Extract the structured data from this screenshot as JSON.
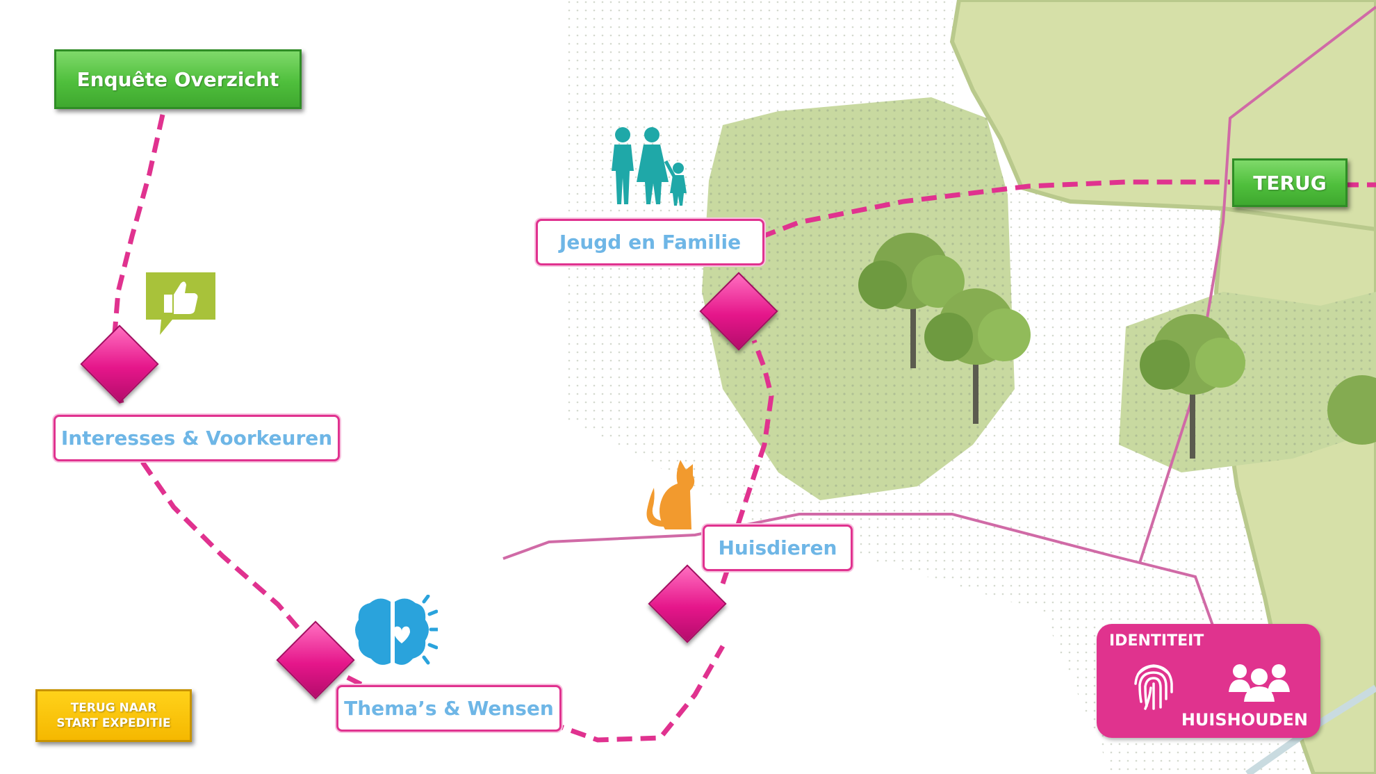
{
  "buttons": {
    "survey_overview": "Enquête Overzicht",
    "back": "TERUG",
    "back_to_start_line1": "TERUG NAAR",
    "back_to_start_line2": "START EXPEDITIE"
  },
  "stops": {
    "interests": "Interesses & Voorkeuren",
    "youth_family": "Jeugd en Familie",
    "pets": "Huisdieren",
    "themes": "Thema’s & Wensen"
  },
  "panel": {
    "title": "IDENTITEIT",
    "household": "HUISHOUDEN"
  },
  "icons": [
    "thumbs-up-speech-icon",
    "family-icon",
    "cat-icon",
    "brain-heart-icon",
    "fingerprint-icon",
    "people-group-icon"
  ],
  "colors": {
    "route": "#e0328f",
    "button_green": "#4fbf3c",
    "button_yellow": "#f5b800",
    "label_text": "#6eb6e6",
    "panel": "#e0338e",
    "field": "#d6e0a8",
    "forest": "#c8d9a0"
  }
}
